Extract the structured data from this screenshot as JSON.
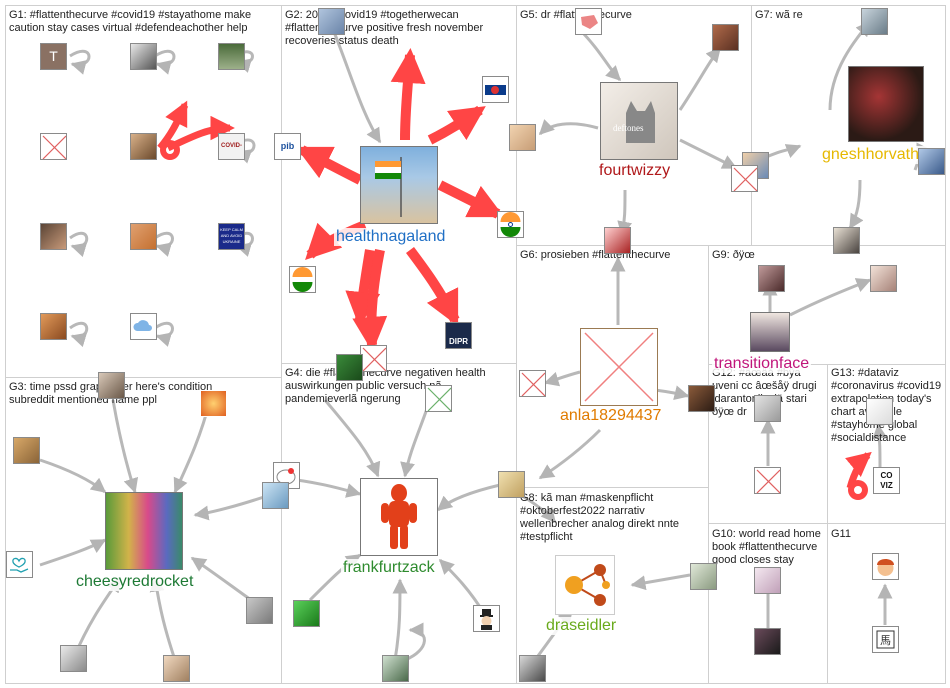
{
  "groups": [
    {
      "id": "g1",
      "label": "G1: #flattenthecurve #covid19 #stayathome make caution stay cases virtual #defendeachother help"
    },
    {
      "id": "g2",
      "label": "G2: 2022 #covid19 #togetherwecan #flattenthecurve positive fresh november recoveries status death"
    },
    {
      "id": "g3",
      "label": "G3: time pssd graph over here's condition subreddit mentioned name ppl"
    },
    {
      "id": "g4",
      "label": "G4: die #flattenthecurve negativen health auswirkungen public versuch nã pandemieverlã ngerung"
    },
    {
      "id": "g5",
      "label": "G5: dr #flattenthecurve"
    },
    {
      "id": "g6",
      "label": "G6: prosieben #flattenthecurve"
    },
    {
      "id": "g7",
      "label": "G7: wã re"
    },
    {
      "id": "g8",
      "label": "G8: kã man #maskenpflicht #oktoberfest2022 narrativ wellenbrecher analog direkt nnte #testpflicht"
    },
    {
      "id": "g9",
      "label": "G9: ðÿœ"
    },
    {
      "id": "g10",
      "label": "G10: world read home book #flattenthecurve good closes stay"
    },
    {
      "id": "g11",
      "label": "G11"
    },
    {
      "id": "g12",
      "label": "G12: #äœäå #bÿa uveni cc âœšåÿ drugi idarantonijeviä stari ðÿœ dr"
    },
    {
      "id": "g13",
      "label": "G13: #dataviz #coronavirus #covid19 extrapolation today's chart available #stayhome global #socialdistance"
    }
  ],
  "hubs": {
    "healthnagaland": "healthnagaland",
    "fourtwizzy": "fourtwizzy",
    "gneshhorvath1": "gneshhorvath1",
    "cheesyredrocket": "cheesyredrocket",
    "frankfurtzack": "frankfurtzack",
    "anla18294437": "anla18294437",
    "transitionface": "transitionface",
    "draseidler": "draseidler"
  },
  "node_text": {
    "covid19_tile": "COVID-19",
    "keep_calm": "KEEP CALM AND AVOID UKRAINE",
    "dipr": "DIPR",
    "coviz": "CO VIZ",
    "pib": "pib",
    "avatar_t": "T"
  },
  "colors": {
    "edge": "#b4b4b4",
    "red_edge": "#ff4040",
    "healthnagaland": "#1f6fc5",
    "fourtwizzy": "#b0181a",
    "gneshhorvath1": "#e6b800",
    "cheesyredrocket": "#1e7a35",
    "frankfurtzack": "#2e8b2e",
    "anla18294437": "#e07b00",
    "transitionface": "#c0157a",
    "draseidler": "#6aaa1c"
  }
}
